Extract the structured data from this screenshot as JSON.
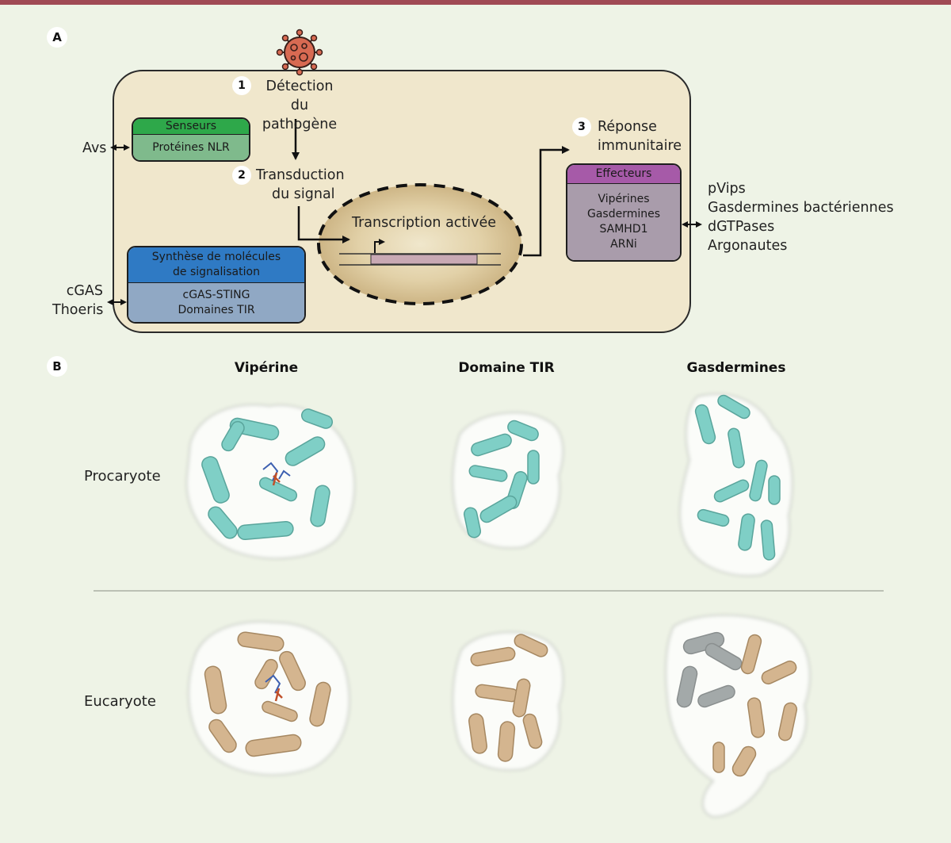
{
  "panels": {
    "a": "A",
    "b": "B"
  },
  "panel_a": {
    "steps": [
      {
        "num": "1",
        "lines": [
          "Détection",
          "du pathogène"
        ]
      },
      {
        "num": "2",
        "lines": [
          "Transduction",
          "du signal"
        ]
      },
      {
        "num": "3",
        "lines": [
          "Réponse",
          "immunitaire"
        ]
      }
    ],
    "transcription_label": "Transcription activée",
    "sensors": {
      "header": "Senseurs",
      "body": [
        "Protéines NLR"
      ],
      "external": [
        "Avs"
      ]
    },
    "signaling": {
      "header": [
        "Synthèse de molécules",
        "de signalisation"
      ],
      "body": [
        "cGAS-STING",
        "Domaines TIR"
      ],
      "external": [
        "cGAS",
        "Thoeris"
      ]
    },
    "effectors": {
      "header": "Effecteurs",
      "body": [
        "Vipérines",
        "Gasdermines",
        "SAMHD1",
        "ARNi"
      ],
      "external": [
        "pVips",
        "Gasdermines bactériennes",
        "dGTPases",
        "Argonautes"
      ]
    }
  },
  "panel_b": {
    "columns": [
      "Vipérine",
      "Domaine TIR",
      "Gasdermines"
    ],
    "rows": [
      "Procaryote",
      "Eucaryote"
    ]
  },
  "colors": {
    "background": "#eef3e6",
    "cell": "#f0e7cc",
    "sensor_header": "#2ea84a",
    "sensor_body": "#7fba8c",
    "signaling_header": "#2f7ac4",
    "signaling_body": "#90a8c4",
    "effector_header": "#a65aa8",
    "effector_body": "#a99cab",
    "virus": "#d86a52",
    "prokaryote_protein": "#7fcfc6",
    "eukaryote_protein": "#d4b58f"
  }
}
